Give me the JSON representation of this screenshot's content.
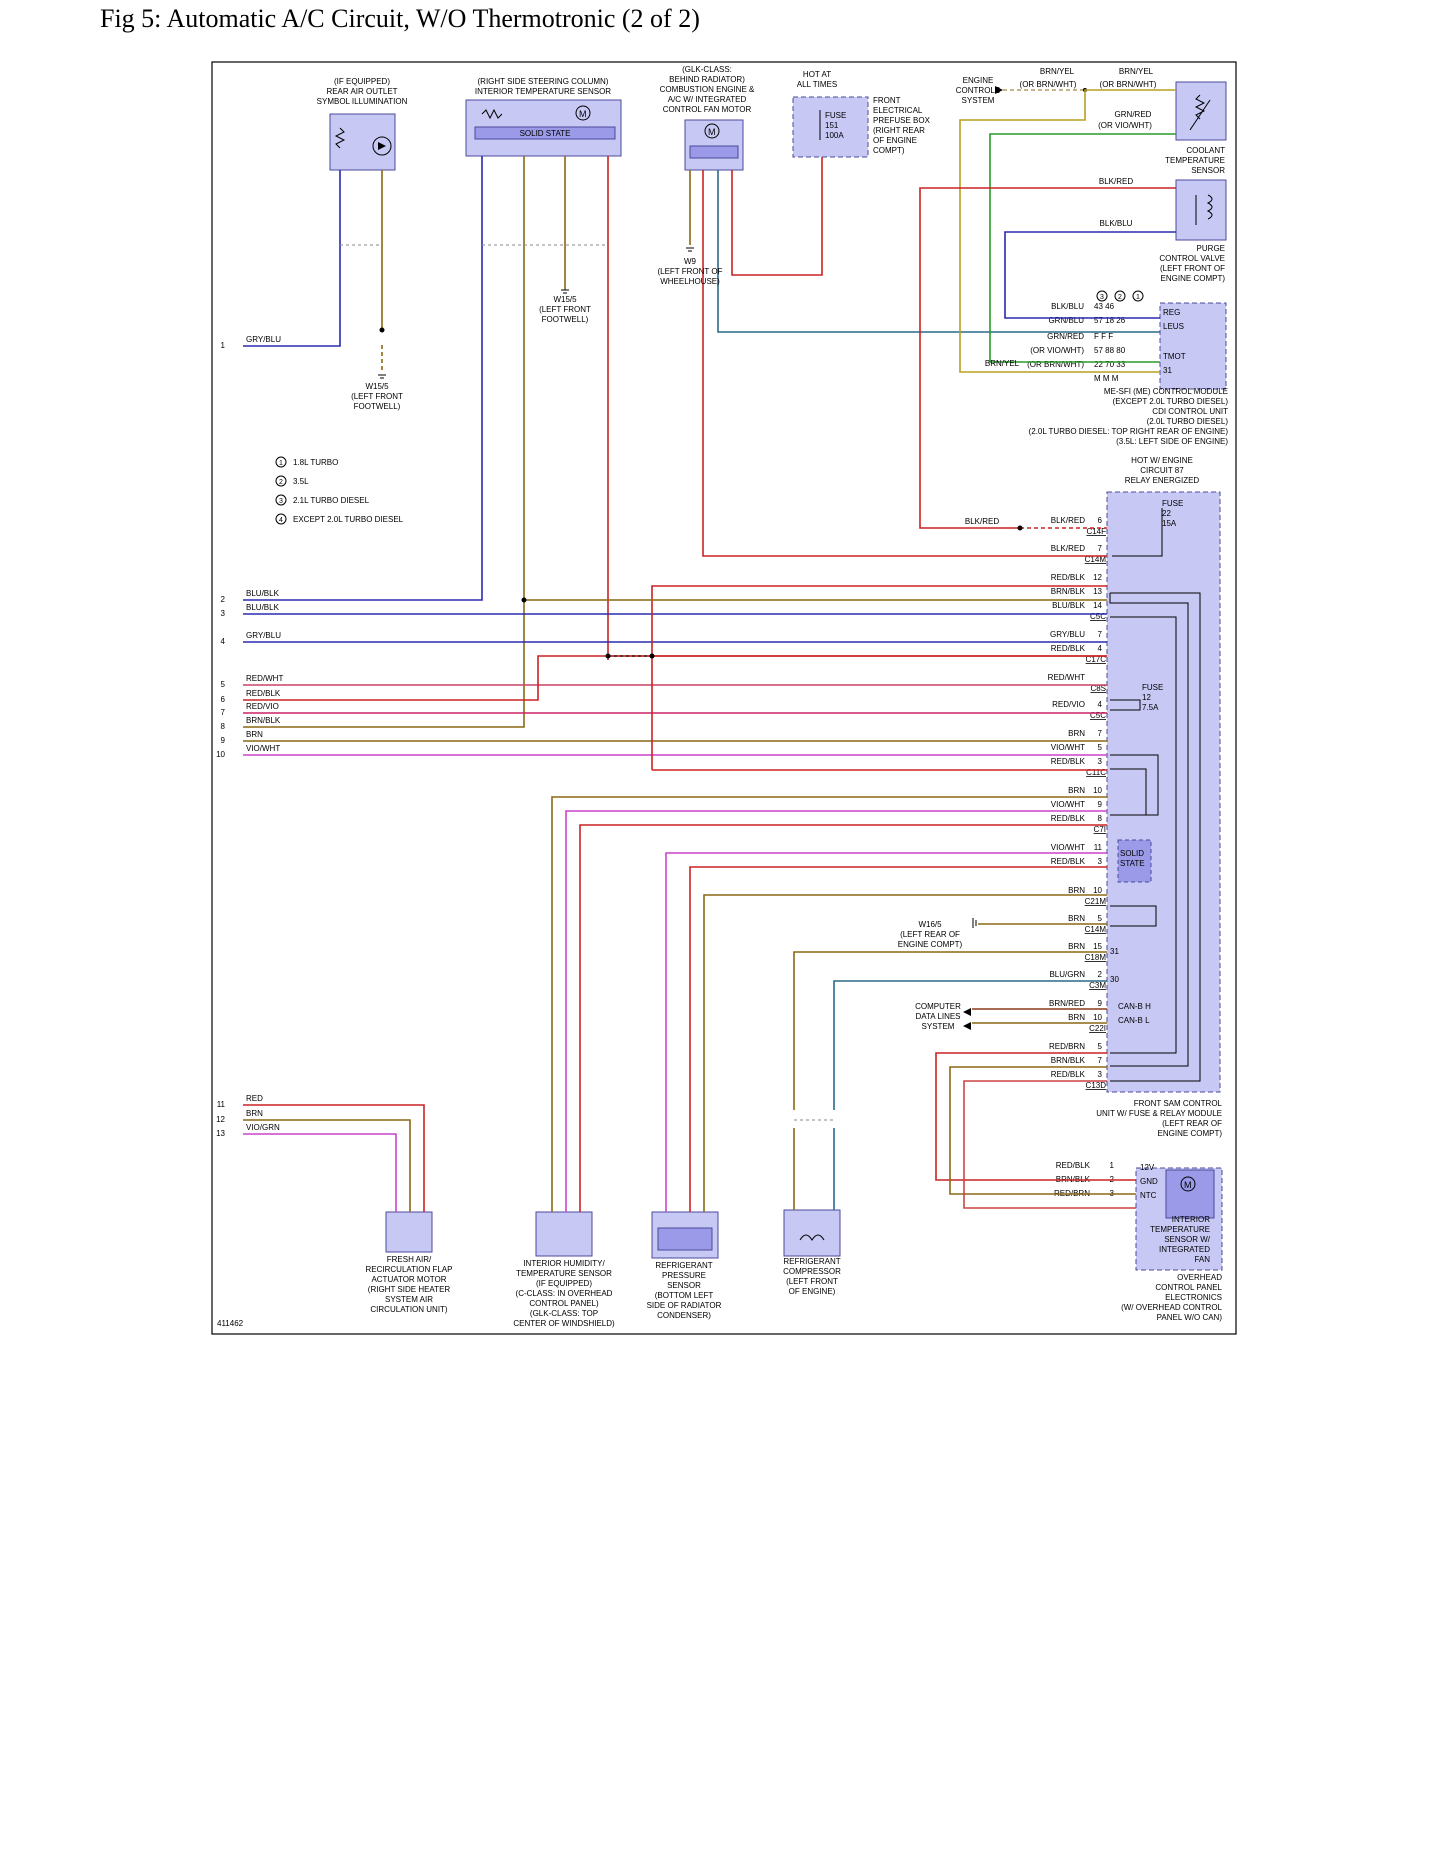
{
  "title": "Fig 5: Automatic A/C Circuit, W/O Thermotronic (2 of 2)",
  "figure_id": "411462",
  "colors": {
    "box": "#c8c8f5",
    "box_stroke": "#4a4a9a",
    "wire_red": "#cc2222",
    "wire_brn": "#8b6914",
    "wire_blu": "#2a2ab0",
    "wire_grn": "#2a9a2a",
    "wire_vio": "#cc44cc",
    "wire_yel": "#b8a020",
    "wire_gry": "#888888"
  },
  "top_components": {
    "rear_air_outlet": "(IF EQUIPPED)\nREAR AIR OUTLET\nSYMBOL ILLUMINATION",
    "interior_temp_sensor": "(RIGHT SIDE STEERING COLUMN)\nINTERIOR TEMPERATURE SENSOR",
    "solid_state": "SOLID STATE",
    "fan_motor": "(GLK-CLASS:\nBEHIND RADIATOR)\nCOMBUSTION ENGINE &\nA/C W/ INTEGRATED\nCONTROL FAN MOTOR",
    "hot_all_times": "HOT AT\nALL TIMES",
    "fuse_151": "FUSE\n151\n100A",
    "prefuse_box": "FRONT\nELECTRICAL\nPREFUSE BOX\n(RIGHT REAR\nOF ENGINE\nCOMPT)",
    "engine_controls": "ENGINE\nCONTROLS\nSYSTEM",
    "coolant_sensor": "COOLANT\nTEMPERATURE\nSENSOR",
    "purge_valve": "PURGE\nCONTROL VALVE\n(LEFT FRONT OF\nENGINE COMPT)",
    "me_sfi": "ME-SFI (ME) CONTROL MODULE\n(EXCEPT 2.0L TURBO DIESEL)\nCDI CONTROL UNIT\n(2.0L TURBO DIESEL)\n(2.0L TURBO DIESEL: TOP RIGHT REAR OF ENGINE)\n(3.5L: LEFT SIDE OF ENGINE)",
    "hot_w_engine": "HOT W/ ENGINE\nCIRCUIT 87\nRELAY ENERGIZED",
    "w9": "W9\n(LEFT FRONT OF\nWHEELHOUSE)",
    "w15_5_a": "W15/5\n(LEFT FRONT\nFOOTWELL)",
    "w15_5_b": "W15/5\n(LEFT FRONT\nFOOTWELL)"
  },
  "legend": [
    "1.8L TURBO",
    "3.5L",
    "2.1L TURBO DIESEL",
    "EXCEPT 2.0L TURBO DIESEL"
  ],
  "left_wires": [
    {
      "num": "1",
      "label": "GRY/BLU"
    },
    {
      "num": "2",
      "label": "BLU/BLK"
    },
    {
      "num": "3",
      "label": "BLU/BLK"
    },
    {
      "num": "4",
      "label": "GRY/BLU"
    },
    {
      "num": "5",
      "label": "RED/WHT"
    },
    {
      "num": "6",
      "label": "RED/BLK"
    },
    {
      "num": "7",
      "label": "RED/VIO"
    },
    {
      "num": "8",
      "label": "BRN/BLK"
    },
    {
      "num": "9",
      "label": "BRN"
    },
    {
      "num": "10",
      "label": "VIO/WHT"
    },
    {
      "num": "11",
      "label": "RED"
    },
    {
      "num": "12",
      "label": "BRN"
    },
    {
      "num": "13",
      "label": "VIO/GRN"
    }
  ],
  "sam_pins": [
    {
      "label": "BLK/RED",
      "pin": "6",
      "conn": "C14F"
    },
    {
      "label": "BLK/RED",
      "pin": "7",
      "conn": "C14M"
    },
    {
      "label": "RED/BLK",
      "pin": "12",
      "conn": ""
    },
    {
      "label": "BRN/BLK",
      "pin": "13",
      "conn": ""
    },
    {
      "label": "BLU/BLK",
      "pin": "14",
      "conn": "C5C"
    },
    {
      "label": "GRY/BLU",
      "pin": "7",
      "conn": ""
    },
    {
      "label": "RED/BLK",
      "pin": "4",
      "conn": "C17C"
    },
    {
      "label": "RED/WHT",
      "pin": "",
      "conn": "C8S"
    },
    {
      "label": "RED/VIO",
      "pin": "4",
      "conn": "C5C"
    },
    {
      "label": "BRN",
      "pin": "7",
      "conn": ""
    },
    {
      "label": "VIO/WHT",
      "pin": "5",
      "conn": ""
    },
    {
      "label": "RED/BLK",
      "pin": "3",
      "conn": "C11C"
    },
    {
      "label": "BRN",
      "pin": "10",
      "conn": ""
    },
    {
      "label": "VIO/WHT",
      "pin": "9",
      "conn": ""
    },
    {
      "label": "RED/BLK",
      "pin": "8",
      "conn": "C7I"
    },
    {
      "label": "VIO/WHT",
      "pin": "11",
      "conn": ""
    },
    {
      "label": "RED/BLK",
      "pin": "3",
      "conn": ""
    },
    {
      "label": "BRN",
      "pin": "10",
      "conn": "C21M"
    },
    {
      "label": "BRN",
      "pin": "5",
      "conn": "C14M"
    },
    {
      "label": "BRN",
      "pin": "15",
      "conn": "C18M"
    },
    {
      "label": "BLU/GRN",
      "pin": "2",
      "conn": "C3M"
    },
    {
      "label": "BRN/RED",
      "pin": "9",
      "conn": ""
    },
    {
      "label": "BRN",
      "pin": "10",
      "conn": "C22I"
    },
    {
      "label": "RED/BRN",
      "pin": "5",
      "conn": ""
    },
    {
      "label": "BRN/BLK",
      "pin": "7",
      "conn": ""
    },
    {
      "label": "RED/BLK",
      "pin": "3",
      "conn": "C13D"
    }
  ],
  "sam_labels": {
    "fuse22": "FUSE\n22\n15A",
    "fuse12": "FUSE\n12\n7.5A",
    "solid": "SOLID\nSTATE",
    "can_h": "CAN-B H",
    "can_l": "CAN-B L",
    "p31": "31",
    "p30": "30",
    "module": "FRONT SAM CONTROL\nUNIT W/ FUSE & RELAY MODULE\n(LEFT REAR OF\nENGINE COMPT)",
    "w16": "W16/5\n(LEFT REAR OF\nENGINE COMPT)",
    "computer": "COMPUTER\nDATA LINES\nSYSTEM",
    "blk_red_ext": "BLK/RED"
  },
  "me_pins": {
    "heads": [
      "3",
      "2",
      "1"
    ],
    "rows": [
      {
        "label": "BLK/BLU",
        "pins": "43   46",
        "name": "REG"
      },
      {
        "label": "GRN/BLU",
        "pins": "57   18   26",
        "name": "LEUS"
      },
      {
        "label": "GRN/RED",
        "pins": "F   F   F",
        "name": ""
      },
      {
        "label": "(OR VIO/WHT)",
        "pins": "57   88   80",
        "name": "TMOT"
      },
      {
        "label": "(OR BRN/WHT)",
        "pins": "22   70   33",
        "name": "31"
      },
      {
        "label": "",
        "pins": "M   M   M",
        "name": ""
      }
    ],
    "brn_yel": "BRN/YEL"
  },
  "overhead": {
    "pins": [
      {
        "label": "RED/BLK",
        "pin": "1",
        "name": "12V"
      },
      {
        "label": "BRN/BLK",
        "pin": "2",
        "name": "GND"
      },
      {
        "label": "RED/BRN",
        "pin": "3",
        "name": "NTC"
      }
    ],
    "sensor": "INTERIOR\nTEMPERATURE\nSENSOR W/\nINTEGRATED\nFAN",
    "panel": "OVERHEAD\nCONTROL PANEL\nELECTRONICS\n(W/ OVERHEAD CONTROL\nPANEL W/O CAN)"
  },
  "bottom_components": {
    "flap": "FRESH AIR/\nRECIRCULATION FLAP\nACTUATOR MOTOR\n(RIGHT SIDE HEATER\nSYSTEM AIR\nCIRCULATION UNIT)",
    "humidity": "INTERIOR HUMIDITY/\nTEMPERATURE SENSOR\n(IF EQUIPPED)\n(C-CLASS: IN OVERHEAD\nCONTROL PANEL)\n(GLK-CLASS: TOP\nCENTER OF WINDSHIELD)",
    "pressure": "REFRIGERANT\nPRESSURE\nSENSOR\n(BOTTOM LEFT\nSIDE OF RADIATOR\nCONDENSER)",
    "compressor": "REFRIGERANT\nCOMPRESSOR\n(LEFT FRONT\nOF ENGINE)"
  },
  "coolant_wires": {
    "brn_yel_1": "BRN/YEL",
    "or_brn_wht_1": "(OR BRN/WHT)",
    "brn_yel_2": "BRN/YEL",
    "or_brn_wht_2": "(OR BRN/WHT)",
    "grn_red": "GRN/RED",
    "or_vio_wht": "(OR VIO/WHT)",
    "blk_red": "BLK/RED",
    "blk_blu": "BLK/BLU"
  }
}
